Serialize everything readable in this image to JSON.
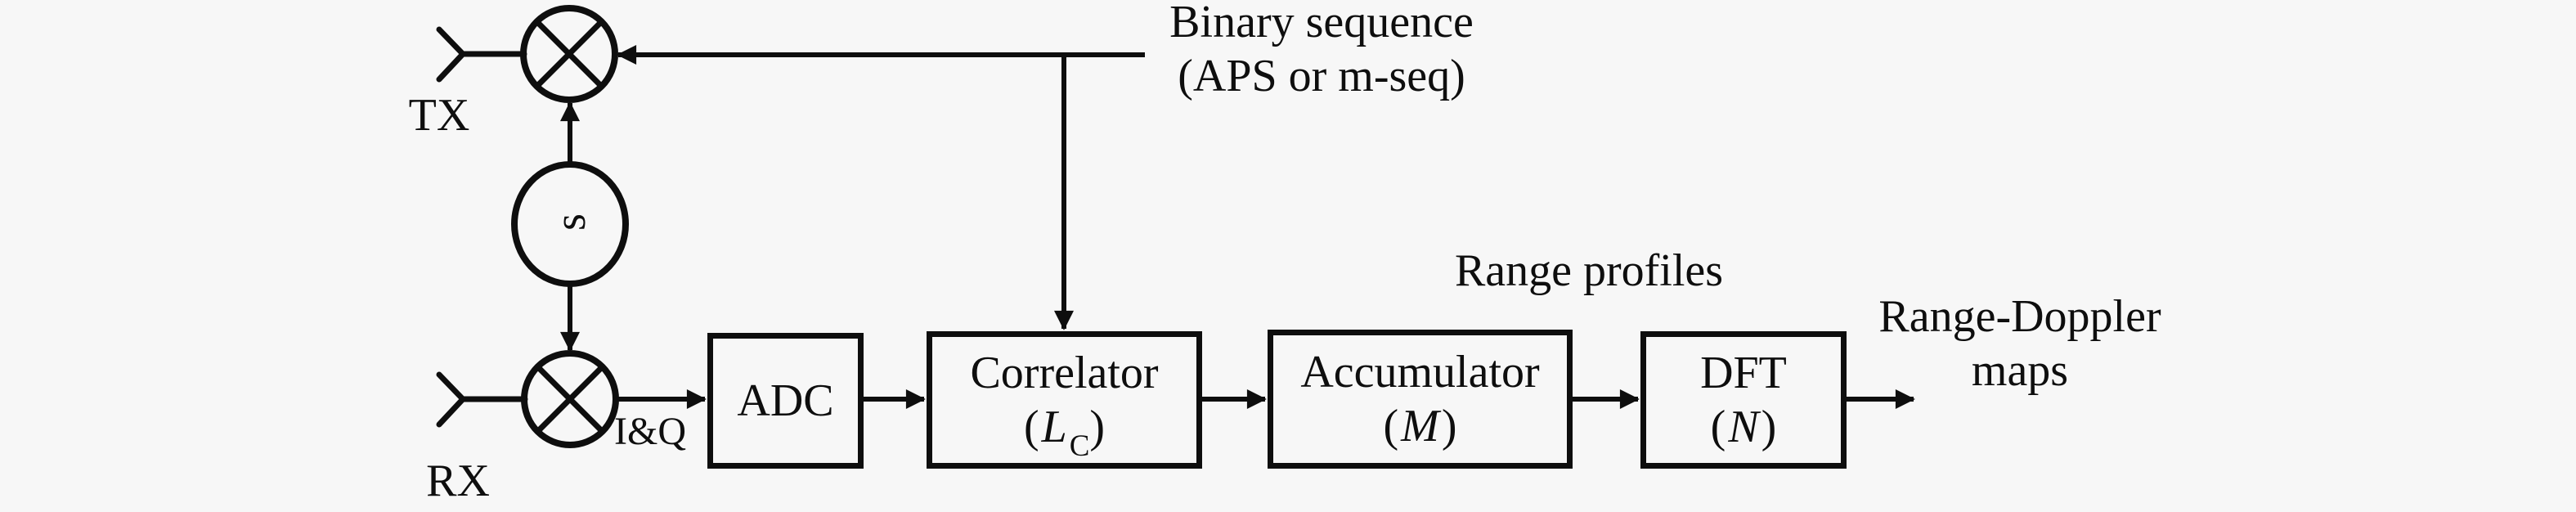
{
  "colors": {
    "background": "#f7f7f7",
    "ink": "#0e0e0e"
  },
  "labels": {
    "tx": "TX",
    "rx": "RX",
    "iq": "I&Q",
    "lo_symbol": "s",
    "binary_sequence": {
      "line1": "Binary sequence",
      "line2": "(APS or m-seq)"
    },
    "range_profiles": "Range profiles",
    "range_doppler": {
      "line1": "Range-Doppler",
      "line2": "maps"
    }
  },
  "blocks": {
    "adc": {
      "title": "ADC"
    },
    "correlator": {
      "title": "Correlator",
      "open": "(",
      "symbol": "L",
      "sub": "C",
      "close": ")"
    },
    "accumulator": {
      "title": "Accumulator",
      "open": "(",
      "symbol": "M",
      "close": ")"
    },
    "dft": {
      "title": "DFT",
      "open": "(",
      "symbol": "N",
      "close": ")"
    }
  }
}
